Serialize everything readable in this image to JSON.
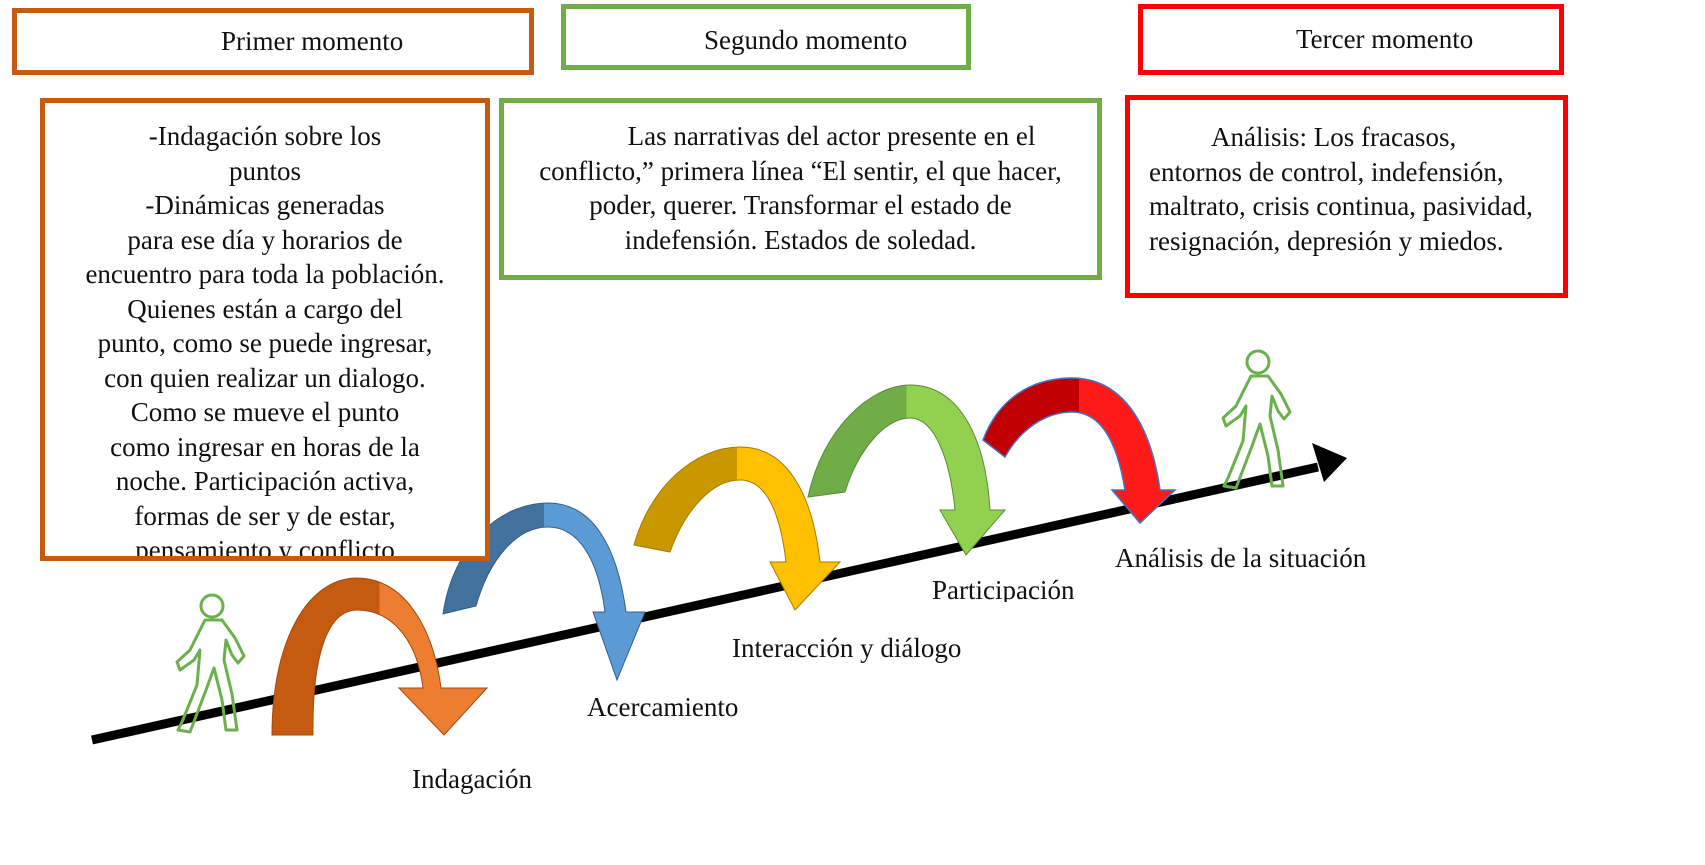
{
  "headers": {
    "first": "Primer momento",
    "second": "Segundo momento",
    "third": "Tercer momento"
  },
  "content": {
    "first_lines": [
      "-Indagación sobre los",
      "puntos",
      "-Dinámicas generadas",
      "para ese día y horarios de",
      "encuentro para toda la población.",
      "Quienes están a cargo del",
      "punto, como se puede ingresar,",
      "con quien realizar un dialogo.",
      "Como se mueve el punto",
      "como ingresar en horas de la",
      "noche. Participación activa,",
      "formas de ser y de estar,",
      "pensamiento y conflicto"
    ],
    "second": "Las narrativas del actor presente en el conflicto,” primera línea “El sentir, el que hacer, poder, querer. Transformar el estado de indefensión. Estados de soledad.",
    "third": "Análisis: Los fracasos, entornos de control, indefensión, maltrato, crisis continua, pasividad, resignación, depresión y miedos."
  },
  "stages": [
    {
      "label": "Indagación",
      "color": "#ED7D31"
    },
    {
      "label": "Acercamiento",
      "color": "#5B9BD5"
    },
    {
      "label": "Interacción y diálogo",
      "color": "#FFC000"
    },
    {
      "label": "Participación",
      "color": "#92D050"
    },
    {
      "label": "Análisis de la situación",
      "color": "#E00000"
    }
  ],
  "colors": {
    "first_moment": "#C55A11",
    "second_moment": "#70AD47",
    "third_moment": "#FF0000",
    "timeline": "#000000",
    "walker": "#6AB04C"
  },
  "icons": [
    "walking-person-icon",
    "walking-person-icon"
  ]
}
